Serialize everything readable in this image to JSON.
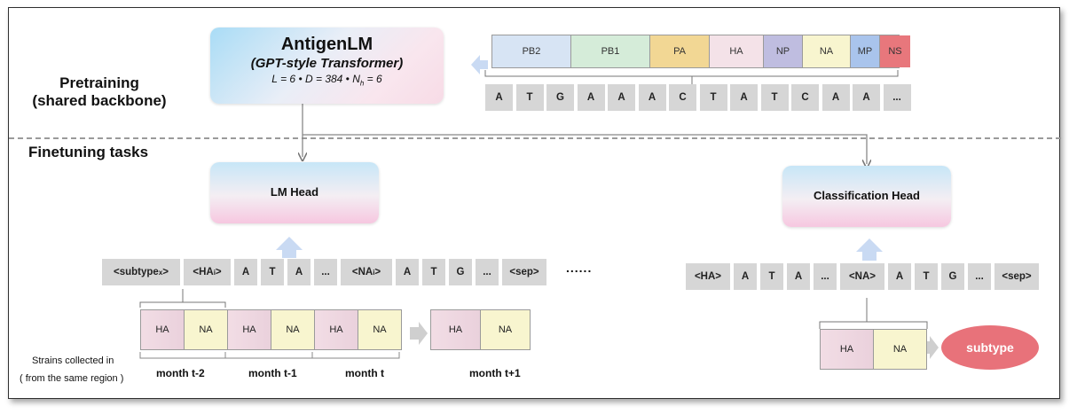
{
  "sections": {
    "pretraining": "Pretraining",
    "pretraining_sub": "(shared backbone)",
    "finetuning": "Finetuning tasks"
  },
  "model": {
    "name": "AntigenLM",
    "subtitle": "(GPT-style Transformer)",
    "params": "L = 6 • D = 384 • N",
    "params_sub": "h",
    "params_tail": " = 6"
  },
  "segments": [
    {
      "label": "PB2",
      "color": "#d7e4f4"
    },
    {
      "label": "PB1",
      "color": "#d5ecd9"
    },
    {
      "label": "PA",
      "color": "#f2d794"
    },
    {
      "label": "HA",
      "color": "#f4e2e8"
    },
    {
      "label": "NP",
      "color": "#bfbde0"
    },
    {
      "label": "NA",
      "color": "#f8f5cf"
    },
    {
      "label": "MP",
      "color": "#a9c4ec"
    },
    {
      "label": "NS",
      "color": "#e8777c"
    }
  ],
  "nucleotides": [
    "A",
    "T",
    "G",
    "A",
    "A",
    "A",
    "C",
    "T",
    "A",
    "T",
    "C",
    "A",
    "A",
    "..."
  ],
  "lm_head": {
    "label": "LM Head",
    "tokens": [
      "<subtype",
      "<HA",
      "A",
      "T",
      "A",
      "...",
      "<NA",
      "A",
      "T",
      "G",
      "...",
      "<sep>"
    ],
    "subtype_sub": "x",
    "ha_sub": "i",
    "na_sub": "i",
    "tail": "......",
    "strain_cells": [
      "HA",
      "NA",
      "HA",
      "NA",
      "HA",
      "NA"
    ],
    "next_cells": [
      "HA",
      "NA"
    ],
    "months": [
      "month t-2",
      "month t-1",
      "month t",
      "month t+1"
    ],
    "note_line1": "Strains collected in",
    "note_line2": "( from the same region )"
  },
  "cls_head": {
    "label": "Classification Head",
    "tokens": [
      "<HA>",
      "A",
      "T",
      "A",
      "...",
      "<NA>",
      "A",
      "T",
      "G",
      "...",
      "<sep>"
    ],
    "cells": [
      "HA",
      "NA"
    ],
    "output": "subtype"
  },
  "colors": {
    "token_bg": "#d6d6d6",
    "arrow_blue": "#c9daf3",
    "arrow_gray": "#cfcfcf",
    "subtype_fill": "#e8727a"
  }
}
